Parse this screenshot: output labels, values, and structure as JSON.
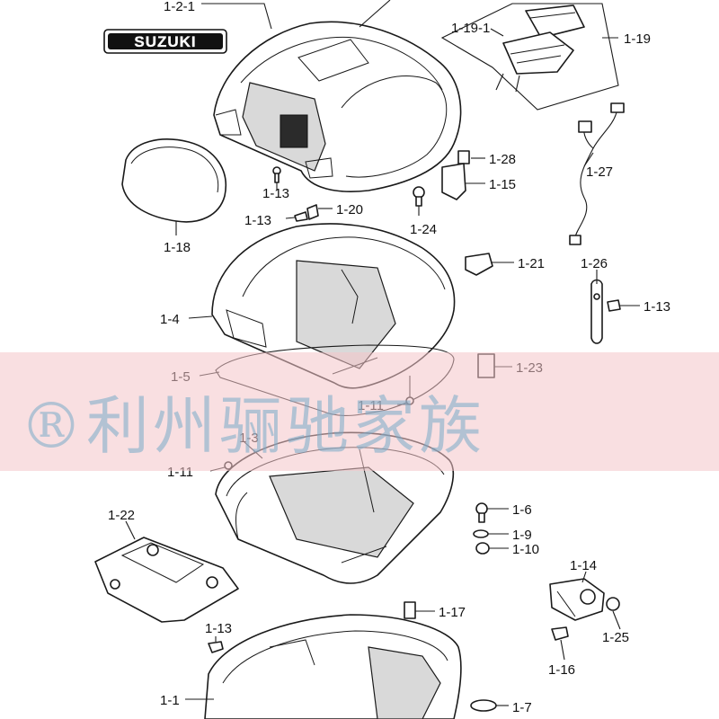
{
  "brand_badge": "SUZUKI",
  "watermark": {
    "symbol": "®",
    "text": "利州骊驰家族",
    "band_color": "#f4c4c8",
    "text_color": "#78aac8"
  },
  "labels": {
    "p_1_2_1": "1-2-1",
    "p_1_19_1": "1-19-1",
    "p_1_19": "1-19",
    "p_1_28": "1-28",
    "p_1_15": "1-15",
    "p_1_27": "1-27",
    "p_1_13a": "1-13",
    "p_1_13b": "1-13",
    "p_1_20": "1-20",
    "p_1_24": "1-24",
    "p_1_18": "1-18",
    "p_1_21": "1-21",
    "p_1_26": "1-26",
    "p_1_13c": "1-13",
    "p_1_4": "1-4",
    "p_1_5": "1-5",
    "p_1_23": "1-23",
    "p_1_11a": "1-11",
    "p_1_3": "1-3",
    "p_1_11b": "1-11",
    "p_1_6": "1-6",
    "p_1_9": "1-9",
    "p_1_10": "1-10",
    "p_1_22": "1-22",
    "p_1_14": "1-14",
    "p_1_17": "1-17",
    "p_1_13d": "1-13",
    "p_1_25": "1-25",
    "p_1_16": "1-16",
    "p_1_1": "1-1",
    "p_1_7": "1-7"
  }
}
